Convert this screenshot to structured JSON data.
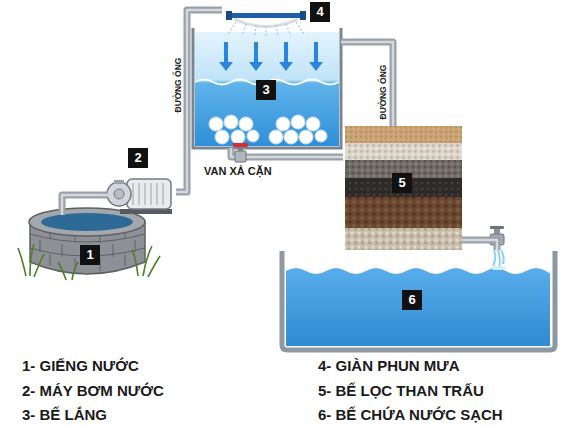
{
  "diagram": {
    "nodes": [
      {
        "text": [
          "1"
        ]
      },
      {
        "text": [
          "2"
        ]
      },
      {
        "text": [
          "3"
        ]
      },
      {
        "text": [
          "4"
        ]
      },
      {
        "text": [
          "5"
        ]
      },
      {
        "text": [
          "6"
        ]
      }
    ],
    "edges": [
      {
        "from": 0,
        "to": 1,
        "arrow": "none"
      },
      {
        "from": 1,
        "to": 3,
        "label": "ĐƯỜNG ỐNG",
        "arrow": "none"
      },
      {
        "from": 2,
        "to": 4,
        "label": "ĐƯỜNG ỐNG",
        "arrow": "none"
      },
      {
        "from": 4,
        "to": 5,
        "arrow": "none"
      }
    ],
    "labels": [
      "VAN XẢ CẶN",
      "1- GIẾNG NƯỚC",
      "2- MÁY BƠM NƯỚC",
      "3- BỂ LẮNG",
      "4- GIÀN PHUN MƯA",
      "5- BỂ LỌC THAN TRẤU",
      "6- BỂ CHỨA NƯỚC SẠCH"
    ]
  }
}
